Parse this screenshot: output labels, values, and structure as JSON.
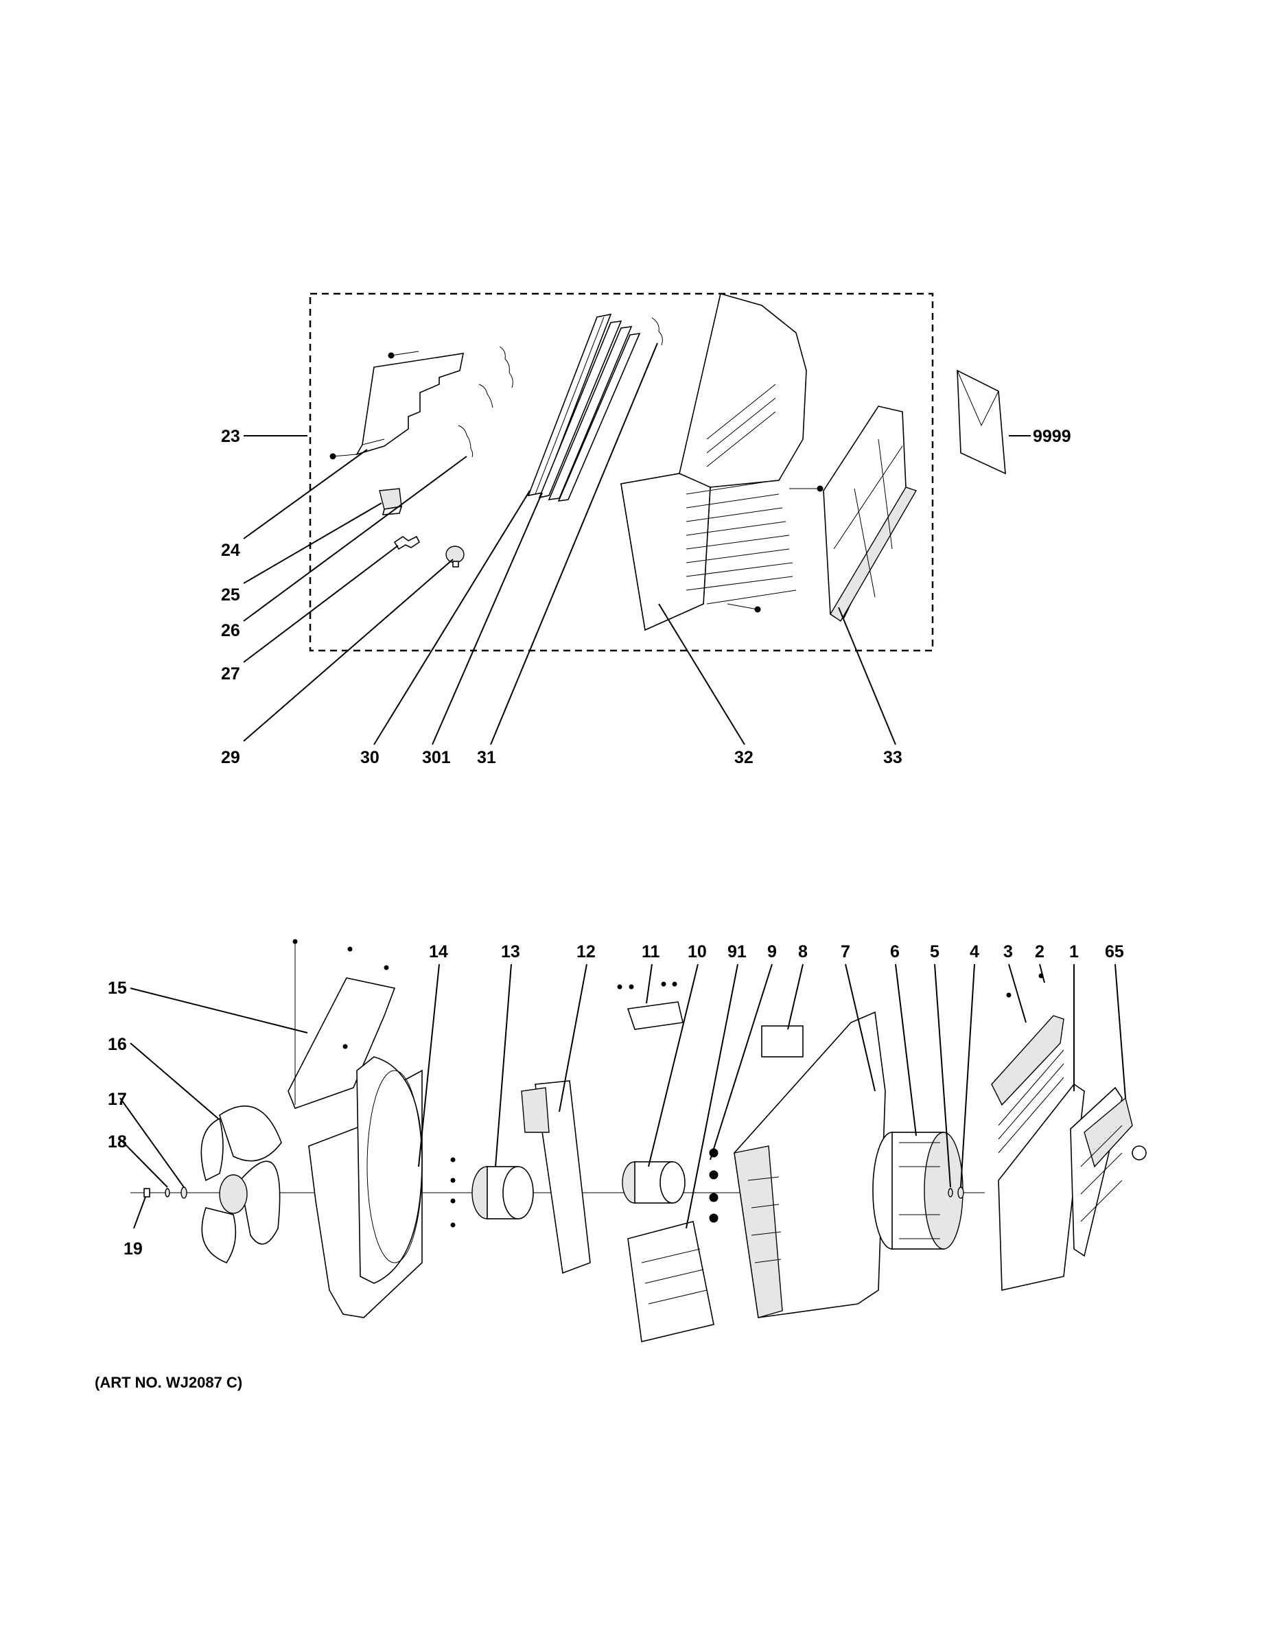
{
  "diagram": {
    "upper_group": {
      "labels": {
        "p23": "23",
        "p24": "24",
        "p25": "25",
        "p26": "26",
        "p27": "27",
        "p29": "29",
        "p30": "30",
        "p301": "301",
        "p31": "31",
        "p32": "32",
        "p33": "33",
        "p9999": "9999"
      }
    },
    "lower_group": {
      "labels": {
        "p14": "14",
        "p13": "13",
        "p12": "12",
        "p11": "11",
        "p10": "10",
        "p91": "91",
        "p9": "9",
        "p8": "8",
        "p7": "7",
        "p6": "6",
        "p5": "5",
        "p4": "4",
        "p3": "3",
        "p2": "2",
        "p1": "1",
        "p65": "65",
        "p15": "15",
        "p16": "16",
        "p17": "17",
        "p18": "18",
        "p19": "19"
      }
    },
    "art_number": "(ART NO. WJ2087 C)"
  }
}
